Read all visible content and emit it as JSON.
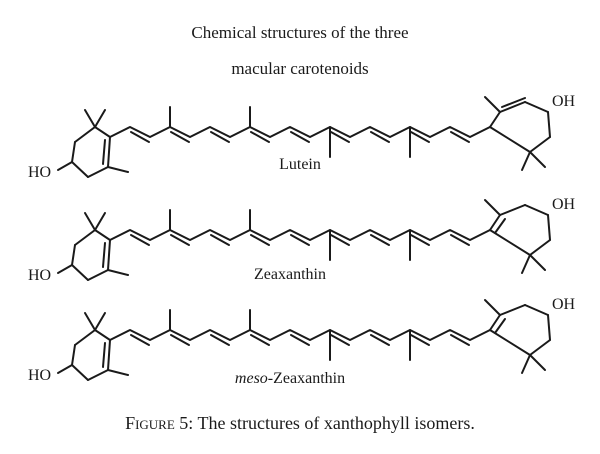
{
  "figure": {
    "title_line1": "Chemical structures of the three",
    "title_line2": "macular carotenoids",
    "caption_label": "Figure 5:",
    "caption_text": " The structures of xanthophyll isomers."
  },
  "molecules": [
    {
      "name_prefix": "",
      "name": "Lutein",
      "left_group": "HO",
      "right_group": "OH"
    },
    {
      "name_prefix": "",
      "name": "Zeaxanthin",
      "left_group": "HO",
      "right_group": "OH"
    },
    {
      "name_prefix": "meso",
      "name": "-Zeaxanthin",
      "left_group": "HO",
      "right_group": "OH"
    }
  ]
}
